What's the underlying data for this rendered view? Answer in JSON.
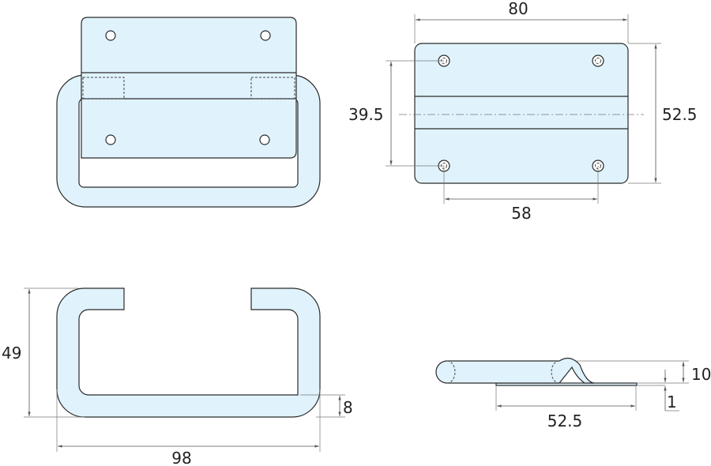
{
  "title": "Folding handle technical drawing",
  "colors": {
    "part_fill": "#e0f3fd",
    "outline": "#2a2a2a"
  },
  "dimensions": {
    "plate_width": "80",
    "plate_height": "52.5",
    "hole_spacing_vertical": "39.5",
    "hole_spacing_horizontal": "58",
    "handle_height": "49",
    "handle_width": "98",
    "handle_thickness": "8",
    "side_height": "10",
    "side_plate_thickness": "1",
    "side_length": "52.5"
  }
}
